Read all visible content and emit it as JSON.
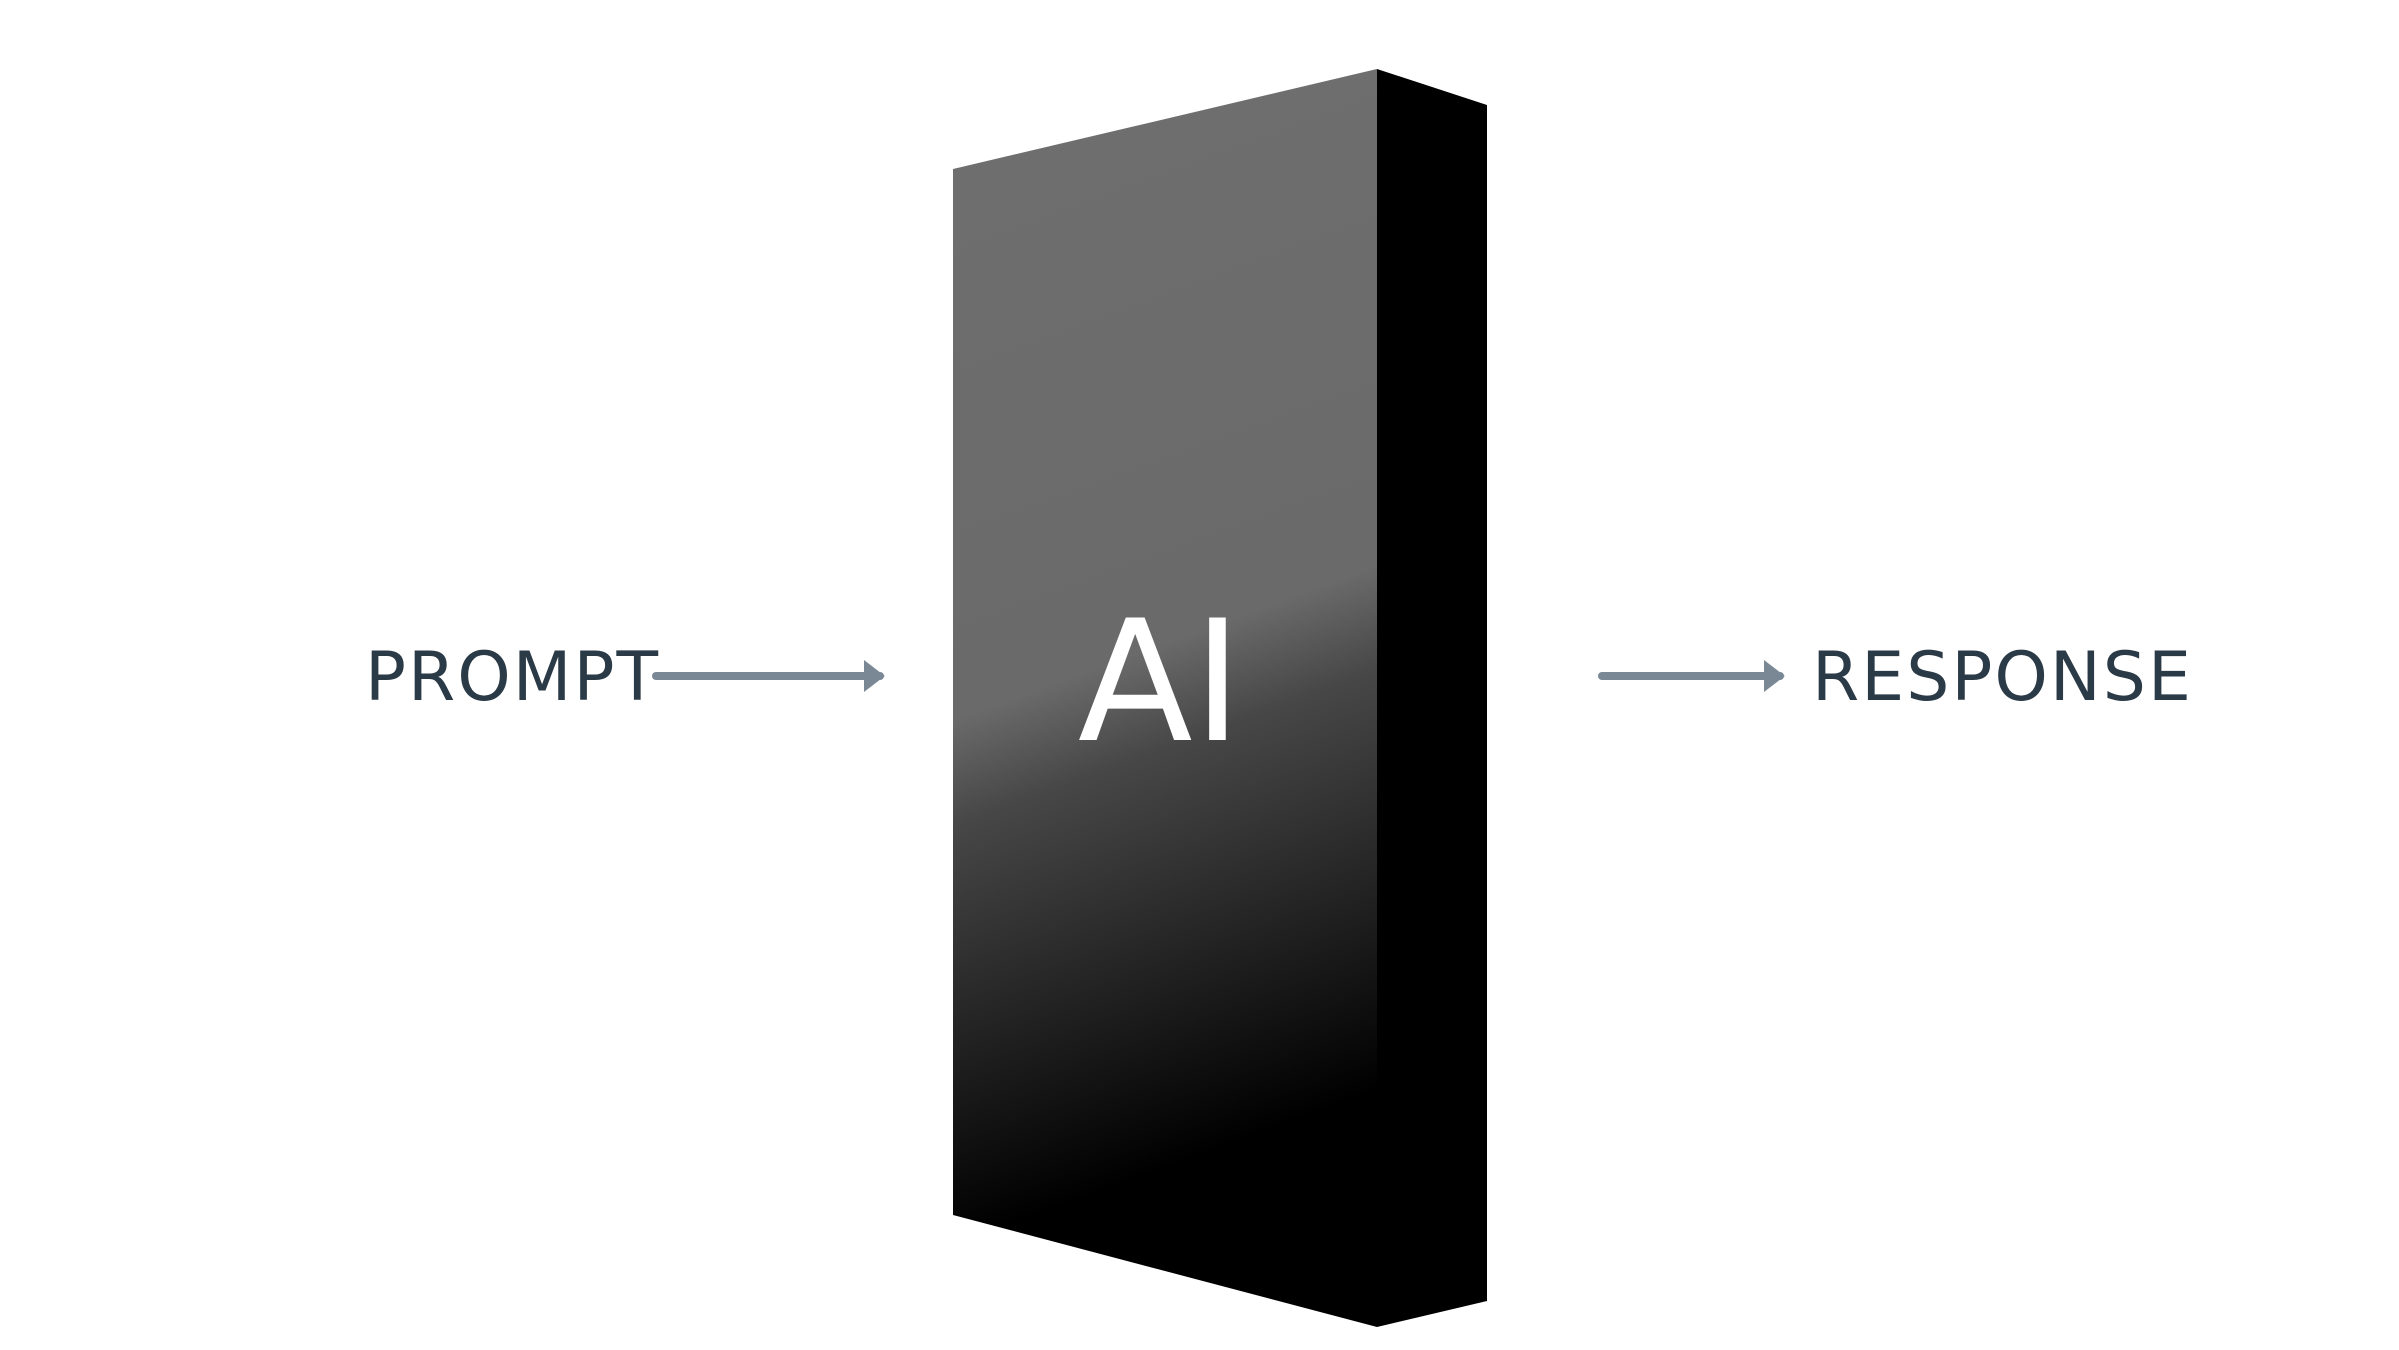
{
  "diagram": {
    "input_label": "PROMPT",
    "box_label": "AI",
    "output_label": "RESPONSE"
  },
  "colors": {
    "text": "#2b3a47",
    "arrow": "#7a8896",
    "box_light": "#6e6e6e",
    "box_dark": "#000000"
  }
}
